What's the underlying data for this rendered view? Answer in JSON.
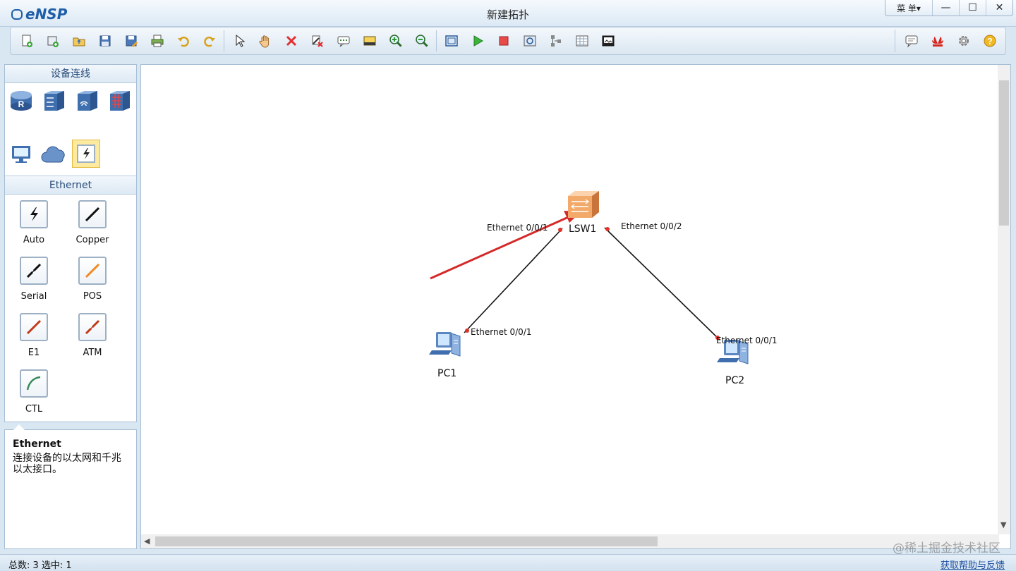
{
  "app": {
    "logo_text": "eNSP",
    "window_title": "新建拓扑"
  },
  "window_controls": {
    "menu_label": "菜 单▾",
    "minimize": "—",
    "maximize": "☐",
    "close": "✕"
  },
  "toolbar": {
    "left_tools": [
      "new-topology-icon",
      "new-example-icon",
      "open-file-icon",
      "save-icon",
      "save-as-icon",
      "print-icon",
      "undo-icon",
      "redo-icon",
      "select-pointer-icon",
      "pan-hand-icon",
      "delete-icon",
      "delete-link-icon",
      "add-text-icon",
      "add-shape-icon",
      "zoom-in-icon",
      "zoom-out-icon",
      "fit-view-icon",
      "start-device-icon",
      "stop-device-icon",
      "capture-packet-icon",
      "topology-icon",
      "grid-icon",
      "screenshot-icon"
    ],
    "right_tools": [
      "chat-icon",
      "huawei-logo-icon",
      "settings-gear-icon",
      "help-icon"
    ]
  },
  "left_panel": {
    "devices_header": "设备连线",
    "devices": [
      "router-icon",
      "switch-icon",
      "wireless-icon",
      "firewall-icon",
      "pc-terminal-icon",
      "cloud-icon",
      "connection-icon"
    ],
    "cable_header": "Ethernet",
    "cables": [
      {
        "label": "Auto",
        "color": "#111111"
      },
      {
        "label": "Copper",
        "color": "#111111"
      },
      {
        "label": "Serial",
        "color": "#111111"
      },
      {
        "label": "POS",
        "color": "#f08a24"
      },
      {
        "label": "E1",
        "color": "#c0391a"
      },
      {
        "label": "ATM",
        "color": "#c0391a"
      },
      {
        "label": "CTL",
        "color": "#3a8a5a"
      }
    ]
  },
  "description": {
    "title": "Ethernet",
    "text": "连接设备的以太网和千兆以太接口。"
  },
  "topology": {
    "nodes": [
      {
        "name": "LSW1",
        "type": "switch"
      },
      {
        "name": "PC1",
        "type": "pc"
      },
      {
        "name": "PC2",
        "type": "pc"
      }
    ],
    "links": [
      {
        "a": "LSW1",
        "a_port": "Ethernet 0/0/1",
        "b": "PC1",
        "b_port": "Ethernet 0/0/1"
      },
      {
        "a": "LSW1",
        "a_port": "Ethernet 0/0/2",
        "b": "PC2",
        "b_port": "Ethernet 0/0/1"
      }
    ],
    "link_color": "#111111",
    "port_dot_color": "#e0322a",
    "annotation_arrow_color": "#d42a2a"
  },
  "status": {
    "left": "总数: 3  选中: 1",
    "right": "获取帮助与反馈"
  },
  "watermark": "@稀土掘金技术社区"
}
